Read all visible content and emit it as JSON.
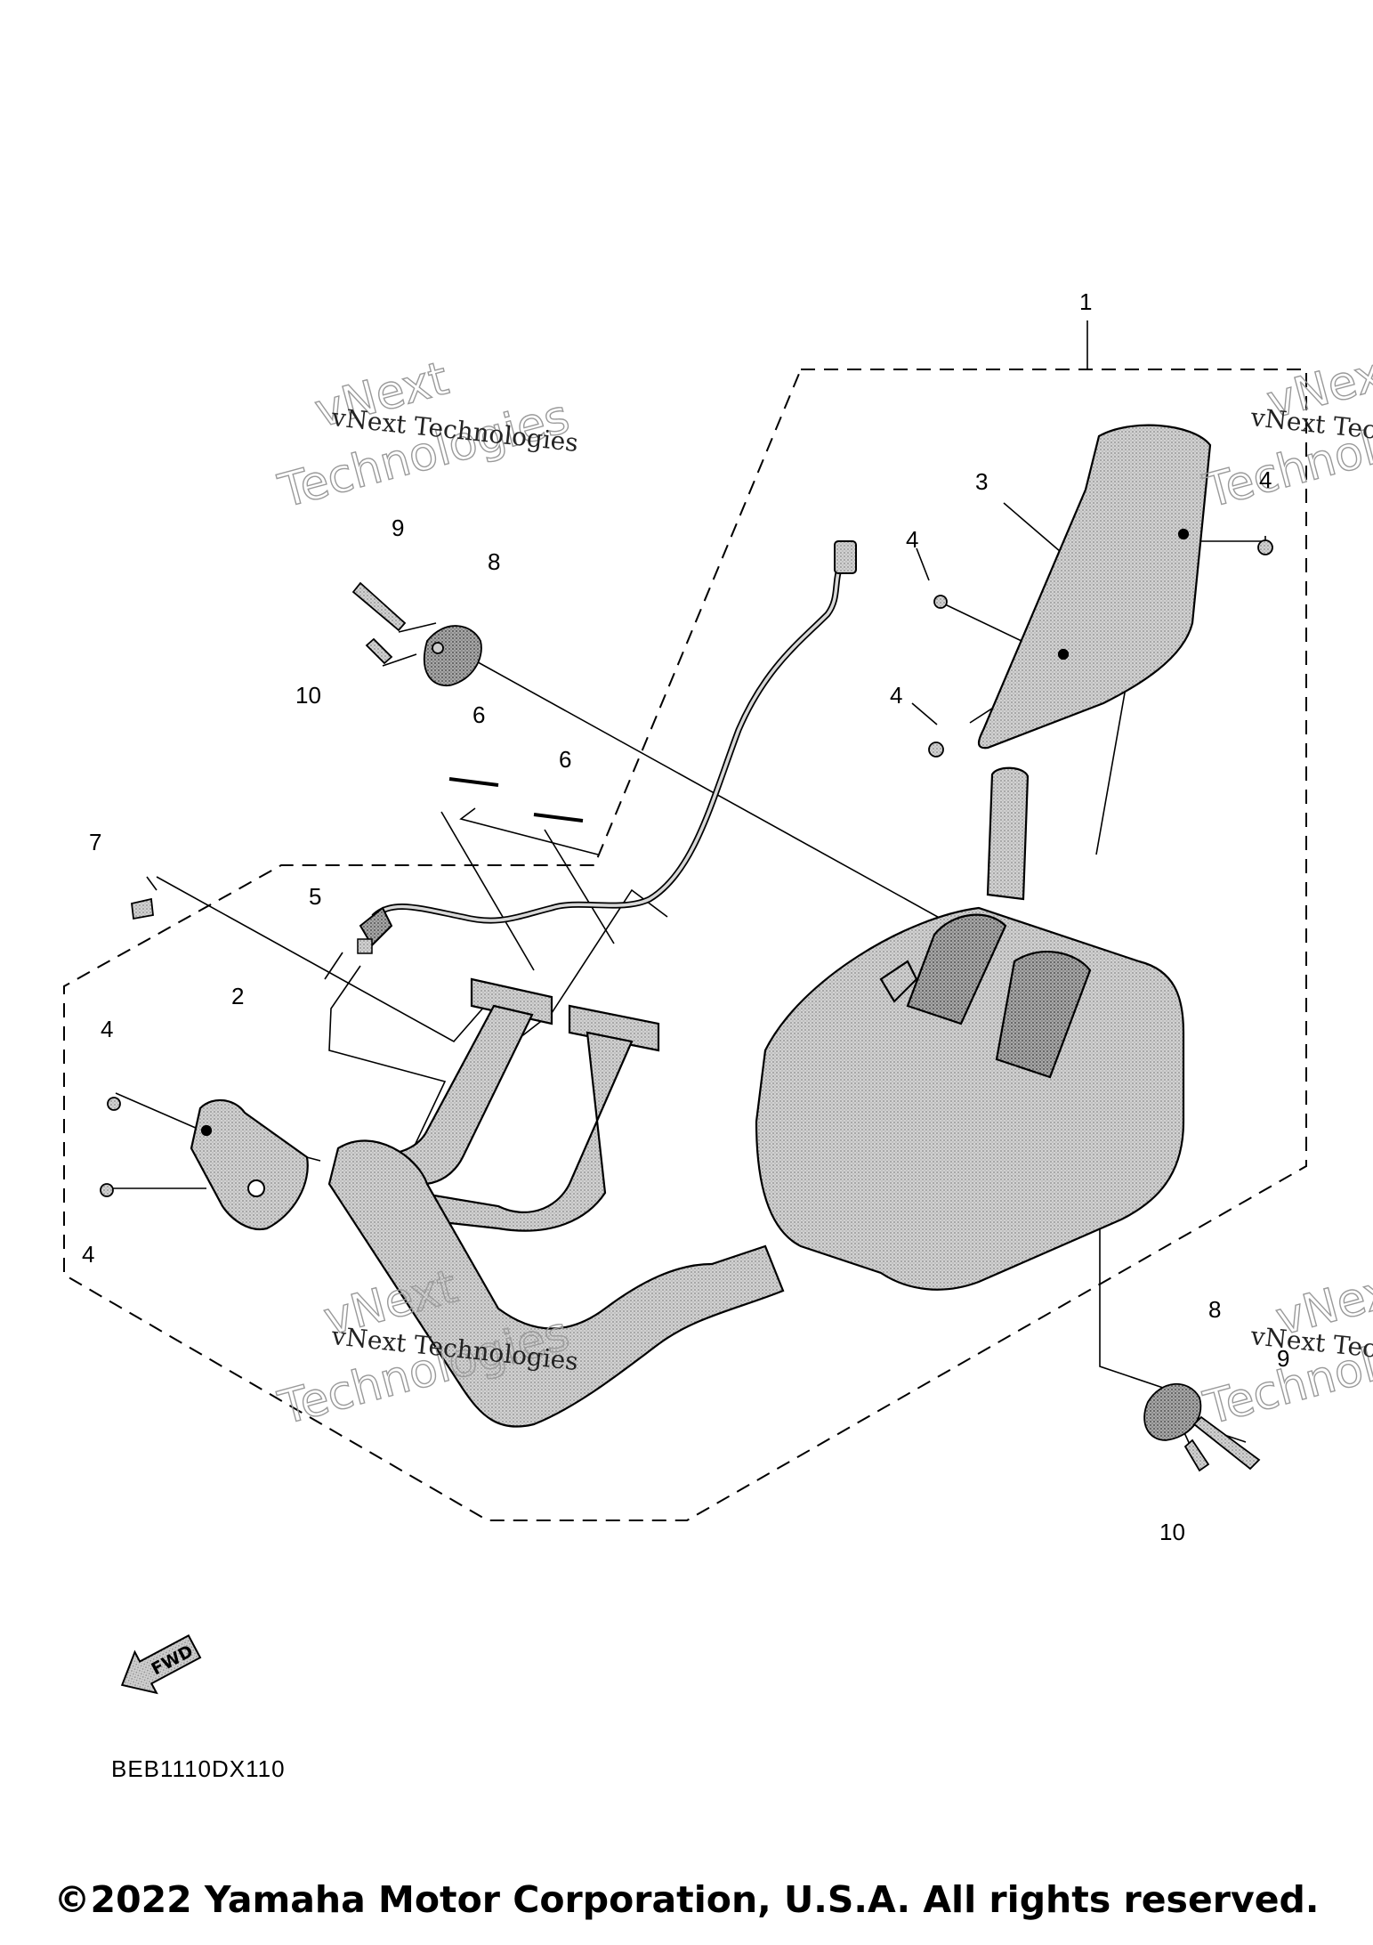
{
  "diagram": {
    "callouts": [
      "1",
      "2",
      "3",
      "4",
      "4",
      "4",
      "4",
      "4",
      "5",
      "6",
      "6",
      "7",
      "8",
      "8",
      "9",
      "9",
      "10",
      "10"
    ],
    "watermark": {
      "line": "vNext Technologies",
      "big_top": "vNext",
      "big_bottom": "Technologies"
    },
    "direction_label": "FWD",
    "diagram_code": "BEB1110DX110",
    "copyright": "©2022 Yamaha Motor Corporation, U.S.A. All rights reserved."
  },
  "icons": {
    "direction": "fwd-arrow-icon"
  },
  "colors": {
    "ink": "#000000",
    "part_fill": "#c9c9c9",
    "part_shadow": "#8f8f8f",
    "watermark": "#9a9a9a"
  }
}
